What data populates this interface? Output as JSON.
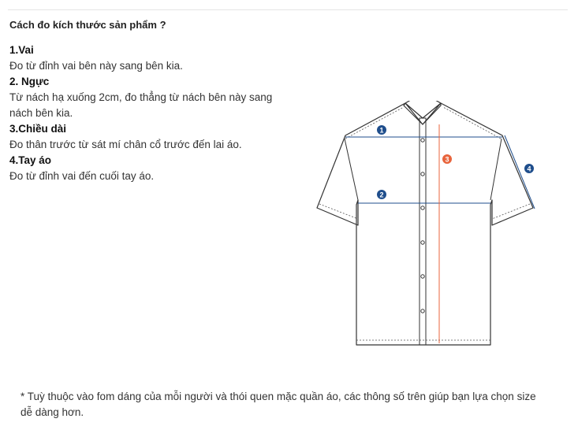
{
  "title": "Cách đo kích thước sản phẩm ?",
  "sections": [
    {
      "heading": "1.Vai",
      "lines": [
        "Đo từ đỉnh vai bên này sang bên kia."
      ]
    },
    {
      "heading": "2. Ngực",
      "lines": [
        "Từ nách hạ xuống 2cm, đo thẳng từ nách bên này sang",
        "nách bên kia."
      ]
    },
    {
      "heading": "3.Chiều dài",
      "lines": [
        "Đo thân trước từ sát mí chân cổ trước đến lai áo."
      ]
    },
    {
      "heading": "4.Tay áo",
      "lines": [
        "Đo từ đỉnh vai đến cuối tay áo."
      ]
    }
  ],
  "diagram": {
    "markers": [
      "1",
      "2",
      "3",
      "4"
    ],
    "colors": {
      "blue": "#1f4e8c",
      "orange": "#e8643c",
      "outline": "#333333"
    }
  },
  "note": {
    "line1": "* Tuỳ thuộc vào fom dáng của mỗi người và thói quen mặc quần áo, các thông số trên giúp bạn lựa chọn size",
    "line2": "dễ dàng hơn."
  }
}
